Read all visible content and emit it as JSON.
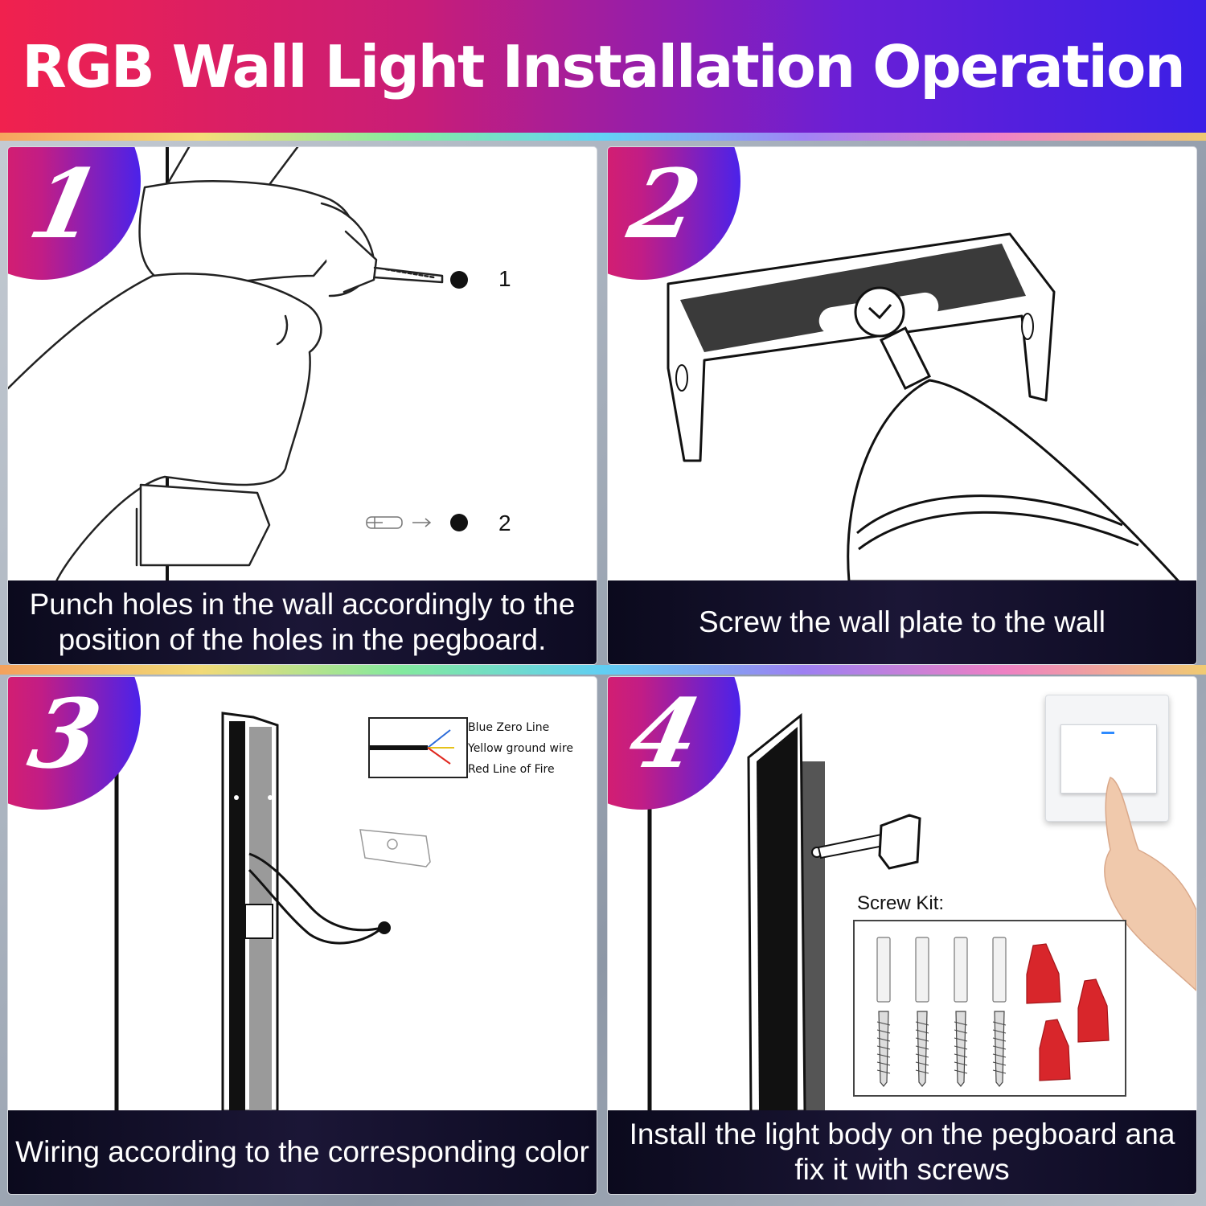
{
  "title": "RGB Wall Light Installation Operation",
  "steps": [
    {
      "number": "1",
      "caption": "Punch holes in the wall accordingly to the position of the holes in the pegboard.",
      "markers": [
        "1",
        "2"
      ]
    },
    {
      "number": "2",
      "caption": "Screw the wall plate to the wall"
    },
    {
      "number": "3",
      "caption": "Wiring according to the corresponding color",
      "wire_legend": [
        "Blue Zero Line",
        "Yellow ground wire",
        "Red Line of Fire"
      ],
      "wire_colors": [
        "#2a6ad9",
        "#e6c21a",
        "#e0281f"
      ]
    },
    {
      "number": "4",
      "caption": "Install the light body on the pegboard ana fix it with screws",
      "kit_title": "Screw Kit:",
      "connector_color": "#d8262b"
    }
  ],
  "icons": [
    "drill-icon",
    "hand-icon",
    "bracket-icon",
    "screwdriver-icon",
    "wall-anchor-icon",
    "screw-icon",
    "wire-nut-icon",
    "light-switch-icon",
    "finger-icon"
  ]
}
